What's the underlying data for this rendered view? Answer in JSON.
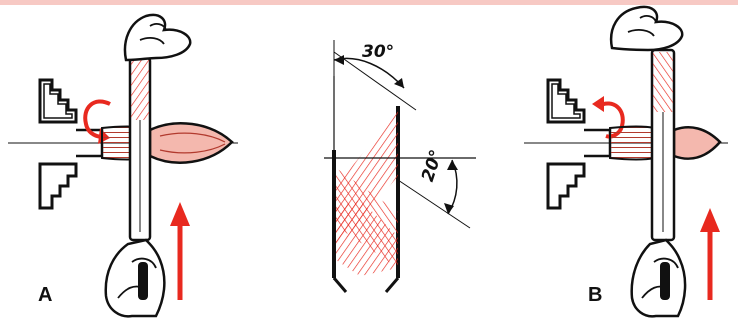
{
  "labels": {
    "panel_a": "A",
    "panel_b": "B"
  },
  "angles": {
    "top": "30°",
    "side": "20°"
  },
  "colors": {
    "ink": "#111111",
    "accent": "#e8291f",
    "tint": "#f4b8ae"
  },
  "icons": [
    "lathe-chuck-icon",
    "rotation-arrow-icon",
    "hand-icon",
    "file-icon",
    "motion-arrow-icon"
  ]
}
